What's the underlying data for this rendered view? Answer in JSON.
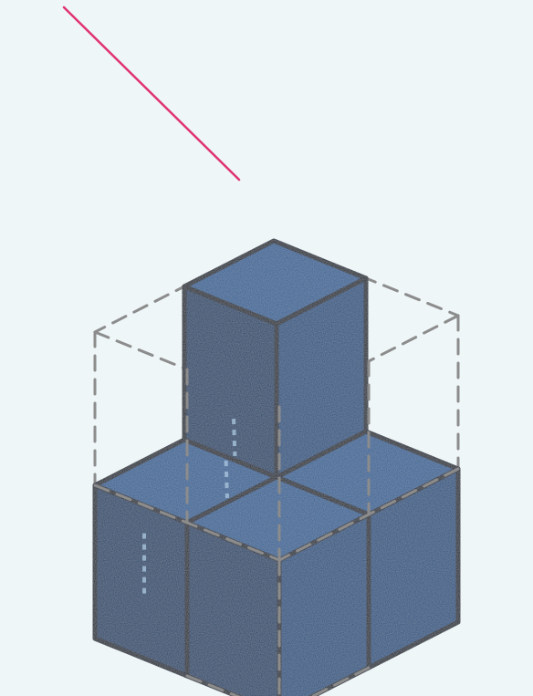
{
  "diagram": {
    "kind": "isometric-cube-arrangement",
    "grid": {
      "size": [
        2,
        2,
        2
      ],
      "line_style": "dashed",
      "line_color": "#8c8c8c"
    },
    "cubes": [
      {
        "name": "left-bottom-cube",
        "layer": "bottom",
        "cell": [
          0,
          1
        ]
      },
      {
        "name": "front-bottom-cube",
        "layer": "bottom",
        "cell": [
          1,
          1
        ]
      },
      {
        "name": "right-bottom-cube",
        "layer": "bottom",
        "cell": [
          1,
          0
        ]
      },
      {
        "name": "back-bottom-cube",
        "layer": "bottom",
        "cell": [
          0,
          0
        ]
      },
      {
        "name": "top-cube",
        "layer": "top",
        "cell": [
          0,
          0
        ]
      }
    ],
    "colors": {
      "background": "#eef6f8",
      "cube_top": "#2a5f93",
      "cube_left": "#173f68",
      "cube_right": "#1f4f7f",
      "cube_outline": "#0b1a2e",
      "seam": "#a8c4dd",
      "pointer": "#e0336f"
    },
    "pointer": {
      "target": "top-cube"
    }
  }
}
